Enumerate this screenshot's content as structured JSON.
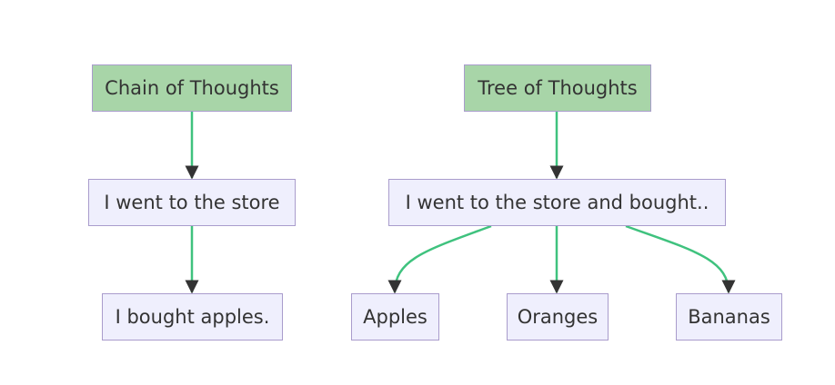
{
  "colors": {
    "edge": "#3fc27e",
    "arrowhead": "#333333",
    "node_fill": "#efeffd",
    "node_border": "#a99ccc",
    "header_fill": "#a8d5a8",
    "text": "#333333"
  },
  "chain": {
    "title": "Chain of Thoughts",
    "step_1": "I went to the store",
    "step_2": "I bought apples."
  },
  "tree": {
    "title": "Tree of Thoughts",
    "root": "I went to the store and bought..",
    "branches": [
      "Apples",
      "Oranges",
      "Bananas"
    ]
  },
  "edges": [
    {
      "from": "chain.title",
      "to": "chain.step_1"
    },
    {
      "from": "chain.step_1",
      "to": "chain.step_2"
    },
    {
      "from": "tree.title",
      "to": "tree.root"
    },
    {
      "from": "tree.root",
      "to": "tree.branches.0"
    },
    {
      "from": "tree.root",
      "to": "tree.branches.1"
    },
    {
      "from": "tree.root",
      "to": "tree.branches.2"
    }
  ]
}
